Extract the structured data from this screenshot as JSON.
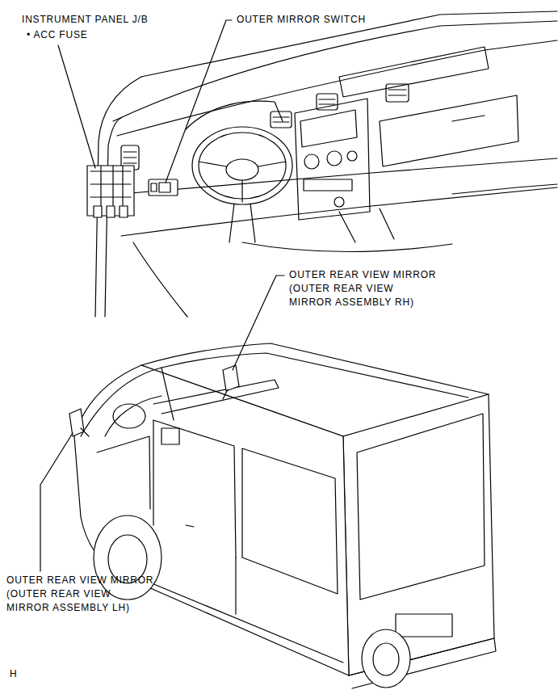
{
  "diagram": {
    "labels": [
      "INSTRUMENT PANEL J/B",
      "• ACC FUSE",
      "OUTER MIRROR SWITCH",
      "OUTER REAR VIEW MIRROR (OUTER REAR VIEW MIRROR ASSEMBLY RH)",
      "OUTER REAR VIEW MIRROR (OUTER REAR VIEW MIRROR ASSEMBLY LH)",
      "H"
    ]
  }
}
